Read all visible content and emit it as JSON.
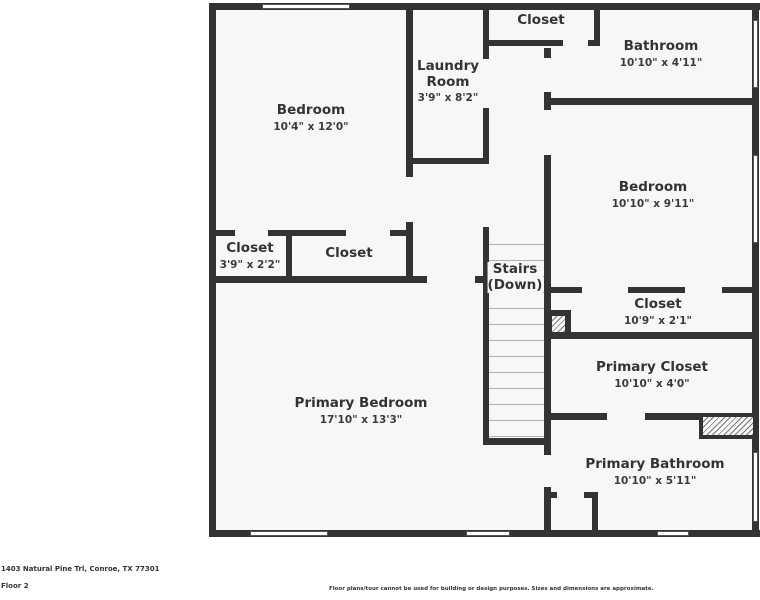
{
  "plan": {
    "rooms": [
      {
        "name": "Bedroom",
        "dims": "10'4\" x 12'0\""
      },
      {
        "name": "Laundry Room",
        "name_line1": "Laundry",
        "name_line2": "Room",
        "dims": "3'9\" x 8'2\""
      },
      {
        "name": "Closet",
        "dims": ""
      },
      {
        "name": "Bathroom",
        "dims": "10'10\" x 4'11\""
      },
      {
        "name": "Bedroom",
        "dims": "10'10\" x 9'11\""
      },
      {
        "name": "Closet",
        "dims": "3'9\" x 2'2\""
      },
      {
        "name": "Closet",
        "dims": ""
      },
      {
        "name": "Stairs (Down)",
        "name_line1": "Stairs",
        "name_line2": "(Down)",
        "dims": ""
      },
      {
        "name": "Closet",
        "dims": "10'9\" x 2'1\""
      },
      {
        "name": "Primary Closet",
        "dims": "10'10\" x 4'0\""
      },
      {
        "name": "Primary Bedroom",
        "dims": "17'10\" x 13'3\""
      },
      {
        "name": "Primary Bathroom",
        "dims": "10'10\" x 5'11\""
      }
    ]
  },
  "footer": {
    "address": "1403 Natural Pine Trl, Conroe, TX 77301",
    "floor": "Floor 2",
    "disclaimer": "Floor plans/tour cannot be used for building or design purposes. Sizes and dimensions are approximate."
  },
  "colors": {
    "wall": "#333333",
    "floor": "#f7f7f7",
    "text": "#333333"
  }
}
